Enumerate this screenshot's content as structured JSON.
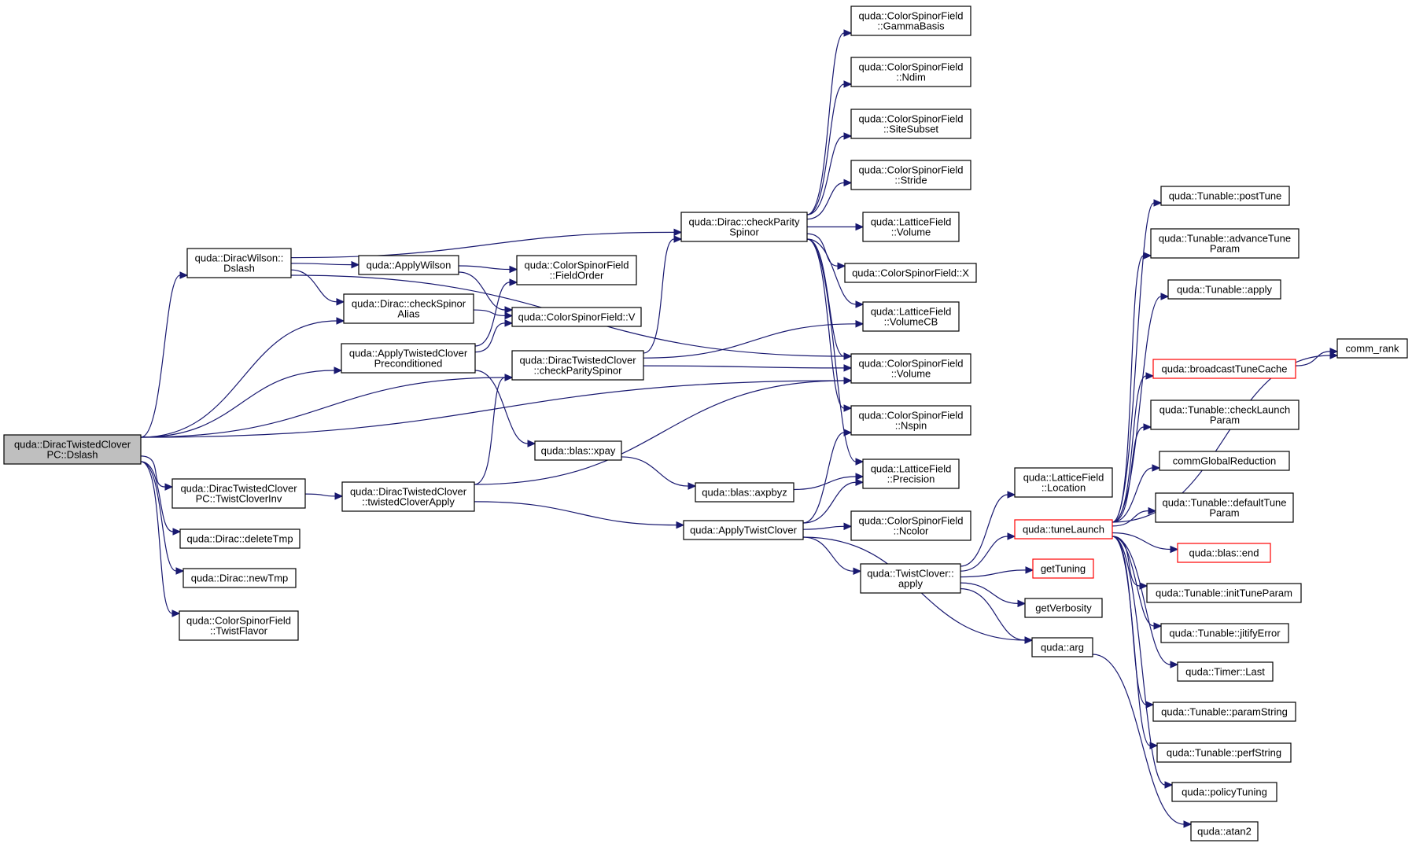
{
  "graph": {
    "edge_color": "#191970",
    "root_fill": "#bfbfbf",
    "highlight_border": "#ff0000",
    "nodes": [
      {
        "id": "root",
        "lines": [
          "quda::DiracTwistedClover",
          "PC::Dslash"
        ],
        "style": "root"
      },
      {
        "id": "dw_dslash",
        "lines": [
          "quda::DiracWilson::",
          "Dslash"
        ]
      },
      {
        "id": "check_alias",
        "lines": [
          "quda::Dirac::checkSpinor",
          "Alias"
        ]
      },
      {
        "id": "apply_tc_prec",
        "lines": [
          "quda::ApplyTwistedClover",
          "Preconditioned"
        ]
      },
      {
        "id": "tc_inv",
        "lines": [
          "quda::DiracTwistedClover",
          "PC::TwistCloverInv"
        ]
      },
      {
        "id": "delete_tmp",
        "lines": [
          "quda::Dirac::deleteTmp"
        ]
      },
      {
        "id": "new_tmp",
        "lines": [
          "quda::Dirac::newTmp"
        ]
      },
      {
        "id": "twist_flavor",
        "lines": [
          "quda::ColorSpinorField",
          "::TwistFlavor"
        ]
      },
      {
        "id": "apply_wilson",
        "lines": [
          "quda::ApplyWilson"
        ]
      },
      {
        "id": "field_order",
        "lines": [
          "quda::ColorSpinorField",
          "::FieldOrder"
        ]
      },
      {
        "id": "csf_v",
        "lines": [
          "quda::ColorSpinorField::V"
        ]
      },
      {
        "id": "dtc_check",
        "lines": [
          "quda::DiracTwistedClover",
          "::checkParitySpinor"
        ]
      },
      {
        "id": "xpay",
        "lines": [
          "quda::blas::xpay"
        ]
      },
      {
        "id": "axpbyz",
        "lines": [
          "quda::blas::axpbyz"
        ]
      },
      {
        "id": "tc_apply",
        "lines": [
          "quda::DiracTwistedClover",
          "::twistedCloverApply"
        ]
      },
      {
        "id": "dirac_check",
        "lines": [
          "quda::Dirac::checkParity",
          "Spinor"
        ]
      },
      {
        "id": "apply_twist_clover",
        "lines": [
          "quda::ApplyTwistClover"
        ]
      },
      {
        "id": "gamma_basis",
        "lines": [
          "quda::ColorSpinorField",
          "::GammaBasis"
        ]
      },
      {
        "id": "ndim",
        "lines": [
          "quda::ColorSpinorField",
          "::Ndim"
        ]
      },
      {
        "id": "site_subset",
        "lines": [
          "quda::ColorSpinorField",
          "::SiteSubset"
        ]
      },
      {
        "id": "stride",
        "lines": [
          "quda::ColorSpinorField",
          "::Stride"
        ]
      },
      {
        "id": "lf_volume",
        "lines": [
          "quda::LatticeField",
          "::Volume"
        ]
      },
      {
        "id": "csf_x",
        "lines": [
          "quda::ColorSpinorField::X"
        ]
      },
      {
        "id": "lf_volume_cb",
        "lines": [
          "quda::LatticeField",
          "::VolumeCB"
        ]
      },
      {
        "id": "csf_volume",
        "lines": [
          "quda::ColorSpinorField",
          "::Volume"
        ]
      },
      {
        "id": "nspin",
        "lines": [
          "quda::ColorSpinorField",
          "::Nspin"
        ]
      },
      {
        "id": "precision",
        "lines": [
          "quda::LatticeField",
          "::Precision"
        ]
      },
      {
        "id": "ncolor",
        "lines": [
          "quda::ColorSpinorField",
          "::Ncolor"
        ]
      },
      {
        "id": "twist_clover_apply",
        "lines": [
          "quda::TwistClover::",
          "apply"
        ]
      },
      {
        "id": "lf_location",
        "lines": [
          "quda::LatticeField",
          "::Location"
        ]
      },
      {
        "id": "tune_launch",
        "lines": [
          "quda::tuneLaunch"
        ],
        "style": "red"
      },
      {
        "id": "get_tuning",
        "lines": [
          "getTuning"
        ],
        "style": "red"
      },
      {
        "id": "get_verbosity",
        "lines": [
          "getVerbosity"
        ]
      },
      {
        "id": "quda_arg",
        "lines": [
          "quda::arg"
        ]
      },
      {
        "id": "atan2",
        "lines": [
          "quda::atan2"
        ]
      },
      {
        "id": "post_tune",
        "lines": [
          "quda::Tunable::postTune"
        ]
      },
      {
        "id": "advance_tune",
        "lines": [
          "quda::Tunable::advanceTune",
          "Param"
        ]
      },
      {
        "id": "tunable_apply",
        "lines": [
          "quda::Tunable::apply"
        ]
      },
      {
        "id": "broadcast",
        "lines": [
          "quda::broadcastTuneCache"
        ],
        "style": "red"
      },
      {
        "id": "check_launch",
        "lines": [
          "quda::Tunable::checkLaunch",
          "Param"
        ]
      },
      {
        "id": "comm_global",
        "lines": [
          "commGlobalReduction"
        ]
      },
      {
        "id": "default_tune",
        "lines": [
          "quda::Tunable::defaultTune",
          "Param"
        ]
      },
      {
        "id": "blas_end",
        "lines": [
          "quda::blas::end"
        ],
        "style": "red"
      },
      {
        "id": "init_tune",
        "lines": [
          "quda::Tunable::initTuneParam"
        ]
      },
      {
        "id": "jitify",
        "lines": [
          "quda::Tunable::jitifyError"
        ]
      },
      {
        "id": "timer_last",
        "lines": [
          "quda::Timer::Last"
        ]
      },
      {
        "id": "param_string",
        "lines": [
          "quda::Tunable::paramString"
        ]
      },
      {
        "id": "perf_string",
        "lines": [
          "quda::Tunable::perfString"
        ]
      },
      {
        "id": "policy_tuning",
        "lines": [
          "quda::policyTuning"
        ]
      },
      {
        "id": "comm_rank",
        "lines": [
          "comm_rank"
        ]
      }
    ],
    "edges": [
      [
        "root",
        "dw_dslash"
      ],
      [
        "root",
        "check_alias"
      ],
      [
        "root",
        "apply_tc_prec"
      ],
      [
        "root",
        "dtc_check"
      ],
      [
        "root",
        "csf_volume"
      ],
      [
        "root",
        "tc_inv"
      ],
      [
        "root",
        "delete_tmp"
      ],
      [
        "root",
        "new_tmp"
      ],
      [
        "root",
        "twist_flavor"
      ],
      [
        "dw_dslash",
        "dirac_check"
      ],
      [
        "dw_dslash",
        "csf_volume"
      ],
      [
        "dw_dslash",
        "apply_wilson"
      ],
      [
        "dw_dslash",
        "check_alias"
      ],
      [
        "apply_wilson",
        "field_order"
      ],
      [
        "apply_wilson",
        "csf_v"
      ],
      [
        "check_alias",
        "csf_v"
      ],
      [
        "apply_tc_prec",
        "field_order"
      ],
      [
        "apply_tc_prec",
        "csf_v"
      ],
      [
        "apply_tc_prec",
        "xpay"
      ],
      [
        "tc_inv",
        "tc_apply"
      ],
      [
        "tc_apply",
        "dtc_check"
      ],
      [
        "tc_apply",
        "csf_volume"
      ],
      [
        "tc_apply",
        "apply_twist_clover"
      ],
      [
        "dtc_check",
        "dirac_check"
      ],
      [
        "dtc_check",
        "lf_volume_cb"
      ],
      [
        "dtc_check",
        "csf_volume"
      ],
      [
        "xpay",
        "axpbyz"
      ],
      [
        "axpbyz",
        "precision"
      ],
      [
        "dirac_check",
        "gamma_basis"
      ],
      [
        "dirac_check",
        "ndim"
      ],
      [
        "dirac_check",
        "site_subset"
      ],
      [
        "dirac_check",
        "stride"
      ],
      [
        "dirac_check",
        "lf_volume"
      ],
      [
        "dirac_check",
        "csf_x"
      ],
      [
        "dirac_check",
        "lf_volume_cb"
      ],
      [
        "dirac_check",
        "csf_volume"
      ],
      [
        "dirac_check",
        "nspin"
      ],
      [
        "dirac_check",
        "precision"
      ],
      [
        "apply_twist_clover",
        "nspin"
      ],
      [
        "apply_twist_clover",
        "precision"
      ],
      [
        "apply_twist_clover",
        "ncolor"
      ],
      [
        "apply_twist_clover",
        "twist_clover_apply"
      ],
      [
        "apply_twist_clover",
        "quda_arg"
      ],
      [
        "twist_clover_apply",
        "lf_location"
      ],
      [
        "twist_clover_apply",
        "tune_launch"
      ],
      [
        "twist_clover_apply",
        "get_tuning"
      ],
      [
        "twist_clover_apply",
        "get_verbosity"
      ],
      [
        "twist_clover_apply",
        "quda_arg"
      ],
      [
        "quda_arg",
        "atan2"
      ],
      [
        "tune_launch",
        "post_tune"
      ],
      [
        "tune_launch",
        "advance_tune"
      ],
      [
        "tune_launch",
        "tunable_apply"
      ],
      [
        "tune_launch",
        "comm_rank"
      ],
      [
        "tune_launch",
        "broadcast"
      ],
      [
        "tune_launch",
        "check_launch"
      ],
      [
        "tune_launch",
        "comm_global"
      ],
      [
        "tune_launch",
        "default_tune"
      ],
      [
        "tune_launch",
        "blas_end"
      ],
      [
        "tune_launch",
        "init_tune"
      ],
      [
        "tune_launch",
        "jitify"
      ],
      [
        "tune_launch",
        "timer_last"
      ],
      [
        "tune_launch",
        "param_string"
      ],
      [
        "tune_launch",
        "perf_string"
      ],
      [
        "tune_launch",
        "policy_tuning"
      ],
      [
        "broadcast",
        "comm_rank"
      ]
    ]
  }
}
